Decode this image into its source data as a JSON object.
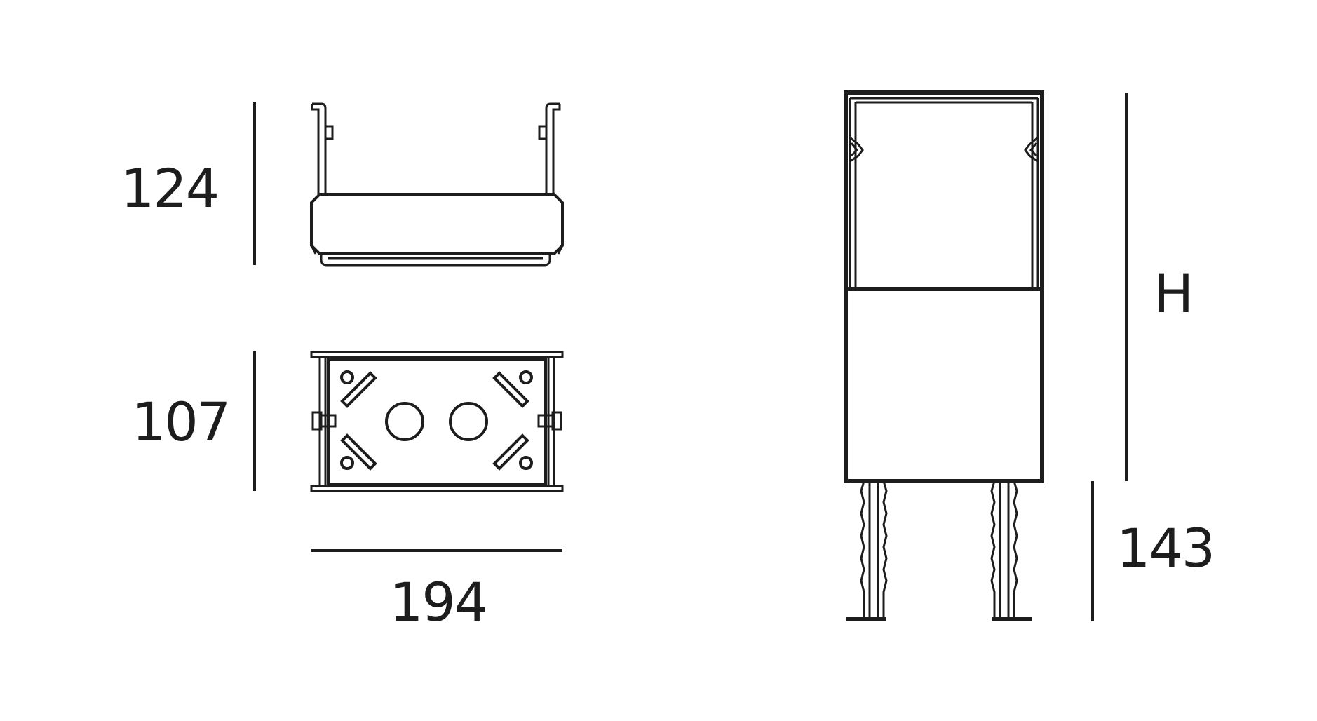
{
  "dimensions": {
    "height_side_view": "124",
    "depth_top_view": "107",
    "width": "194",
    "post_height": "H",
    "spike_length": "143"
  },
  "colors": {
    "line": "#1d1d1d",
    "background": "#ffffff"
  }
}
